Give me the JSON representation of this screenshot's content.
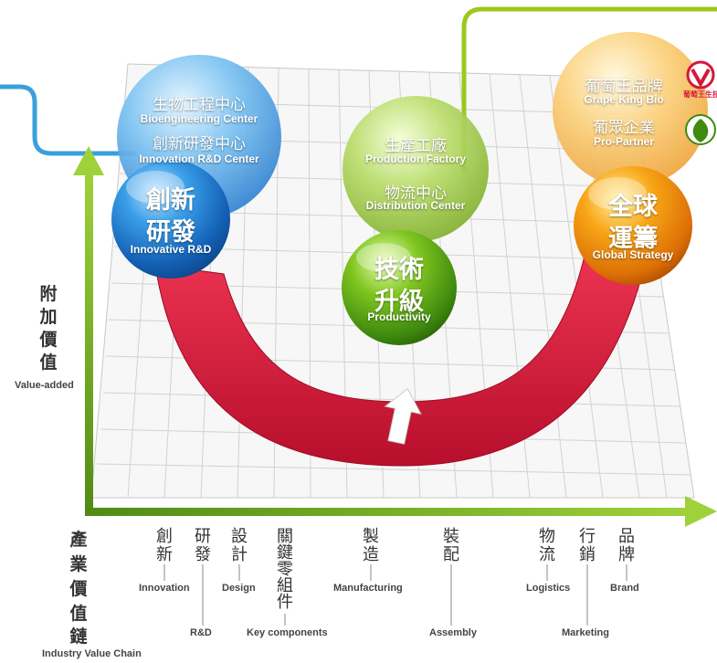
{
  "axes": {
    "y_label_zh": [
      "附",
      "加",
      "價",
      "值"
    ],
    "y_label_en": "Value-added",
    "x_label_zh": [
      "產",
      "業",
      "價",
      "值",
      "鏈"
    ],
    "x_label_en": "Industry Value Chain"
  },
  "top_balls": {
    "left": {
      "zh1": "生物工程中心",
      "en1": "Bioengineering Center",
      "zh2": "創新研發中心",
      "en2": "Innovation R&D Center"
    },
    "middle": {
      "zh1": "生產工廠",
      "en1": "Production Factory",
      "zh2": "物流中心",
      "en2": "Distribution Center"
    },
    "right": {
      "zh1": "葡萄王品牌",
      "en1": "Grape King Bio",
      "zh2": "葡眾企業",
      "en2": "Pro-Partner",
      "logo_text": "葡萄王生技"
    }
  },
  "main_balls": {
    "left": {
      "zh1": "創新",
      "zh2": "研發",
      "en": "Innovative R&D"
    },
    "middle": {
      "zh1": "技術",
      "zh2": "升級",
      "en": "Productivity"
    },
    "right": {
      "zh1": "全球",
      "zh2": "運籌",
      "en": "Global Strategy"
    }
  },
  "chain": [
    {
      "zh": [
        "創",
        "新"
      ],
      "en": "Innovation"
    },
    {
      "zh": [
        "研",
        "發"
      ],
      "en": "R&D"
    },
    {
      "zh": [
        "設",
        "計"
      ],
      "en": "Design"
    },
    {
      "zh": [
        "關",
        "鍵",
        "零",
        "組",
        "件"
      ],
      "en": "Key components"
    },
    {
      "zh": [
        "製",
        "造"
      ],
      "en": "Manufacturing"
    },
    {
      "zh": [
        "裝",
        "配"
      ],
      "en": "Assembly"
    },
    {
      "zh": [
        "物",
        "流"
      ],
      "en": "Logistics"
    },
    {
      "zh": [
        "行",
        "銷"
      ],
      "en": "Marketing"
    },
    {
      "zh": [
        "品",
        "牌"
      ],
      "en": "Brand"
    }
  ],
  "colors": {
    "smile": "#d4183a",
    "axis": "#8bbf2a",
    "blue_line": "#3aa0dc",
    "green_line": "#9cc81e"
  }
}
